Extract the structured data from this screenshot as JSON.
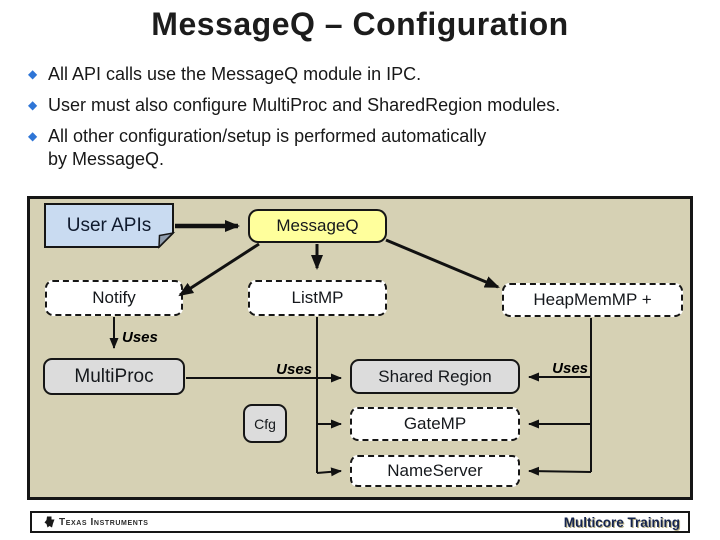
{
  "slide": {
    "title": "MessageQ – Configuration",
    "bullets": [
      {
        "text": "All API calls use the MessageQ module in IPC."
      },
      {
        "text": "User must also configure MultiProc and SharedRegion modules."
      },
      {
        "text": "All other configuration/setup is performed automatically"
      },
      {
        "text": "by MessageQ."
      }
    ]
  },
  "diagram": {
    "nodes": {
      "user_apis": {
        "label": "User APIs"
      },
      "messageq": {
        "label": "MessageQ"
      },
      "notify": {
        "label": "Notify"
      },
      "listmp": {
        "label": "ListMP"
      },
      "heapmemmp": {
        "label": "HeapMemMP +"
      },
      "multiproc": {
        "label": "MultiProc"
      },
      "shared_region": {
        "label": "Shared Region"
      },
      "cfg": {
        "label": "Cfg"
      },
      "gatemp": {
        "label": "GateMP"
      },
      "nameserver": {
        "label": "NameServer"
      }
    },
    "edge_labels": {
      "notify_uses": "Uses",
      "multiproc_uses": "Uses",
      "heapmemmp_uses": "Uses"
    },
    "colors": {
      "panel_bg": "#d6d1b4",
      "note_fill": "#c9dbf1",
      "note_fold": "#8f9cad",
      "messageq_fill": "#ffff9c",
      "module_fill": "#dcdcdc",
      "dashed_box_fill": "#ffffff",
      "line": "#111111",
      "bullet_marker": "#2e75d6"
    }
  },
  "footer": {
    "brand": "Texas Instruments",
    "right_text": "Multicore Training",
    "right_text_color": "#16254e"
  }
}
